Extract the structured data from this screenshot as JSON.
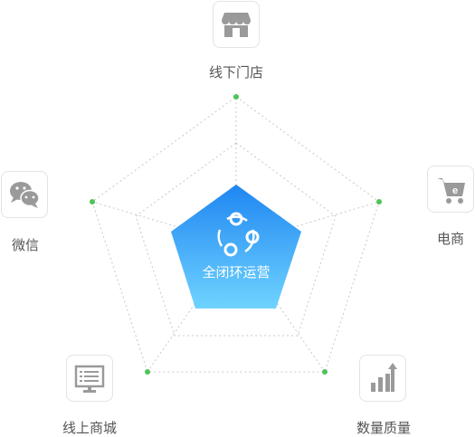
{
  "center": {
    "label": "全闭环运营",
    "icon": "share-cycle-icon"
  },
  "channels": [
    {
      "key": "offline",
      "label": "线下门店",
      "icon": "store-icon"
    },
    {
      "key": "ecommerce",
      "label": "电商",
      "icon": "shopping-cart-icon"
    },
    {
      "key": "data",
      "label": "数量质量",
      "icon": "bar-chart-icon"
    },
    {
      "key": "online",
      "label": "线上商城",
      "icon": "monitor-icon"
    },
    {
      "key": "wechat",
      "label": "微信",
      "icon": "wechat-icon"
    }
  ],
  "colors": {
    "gradient_top": "#1f86f2",
    "gradient_bottom": "#6fd3ff",
    "dot": "#4cc35a",
    "grid": "#c8c8c8",
    "icon": "#9a9a9a"
  }
}
